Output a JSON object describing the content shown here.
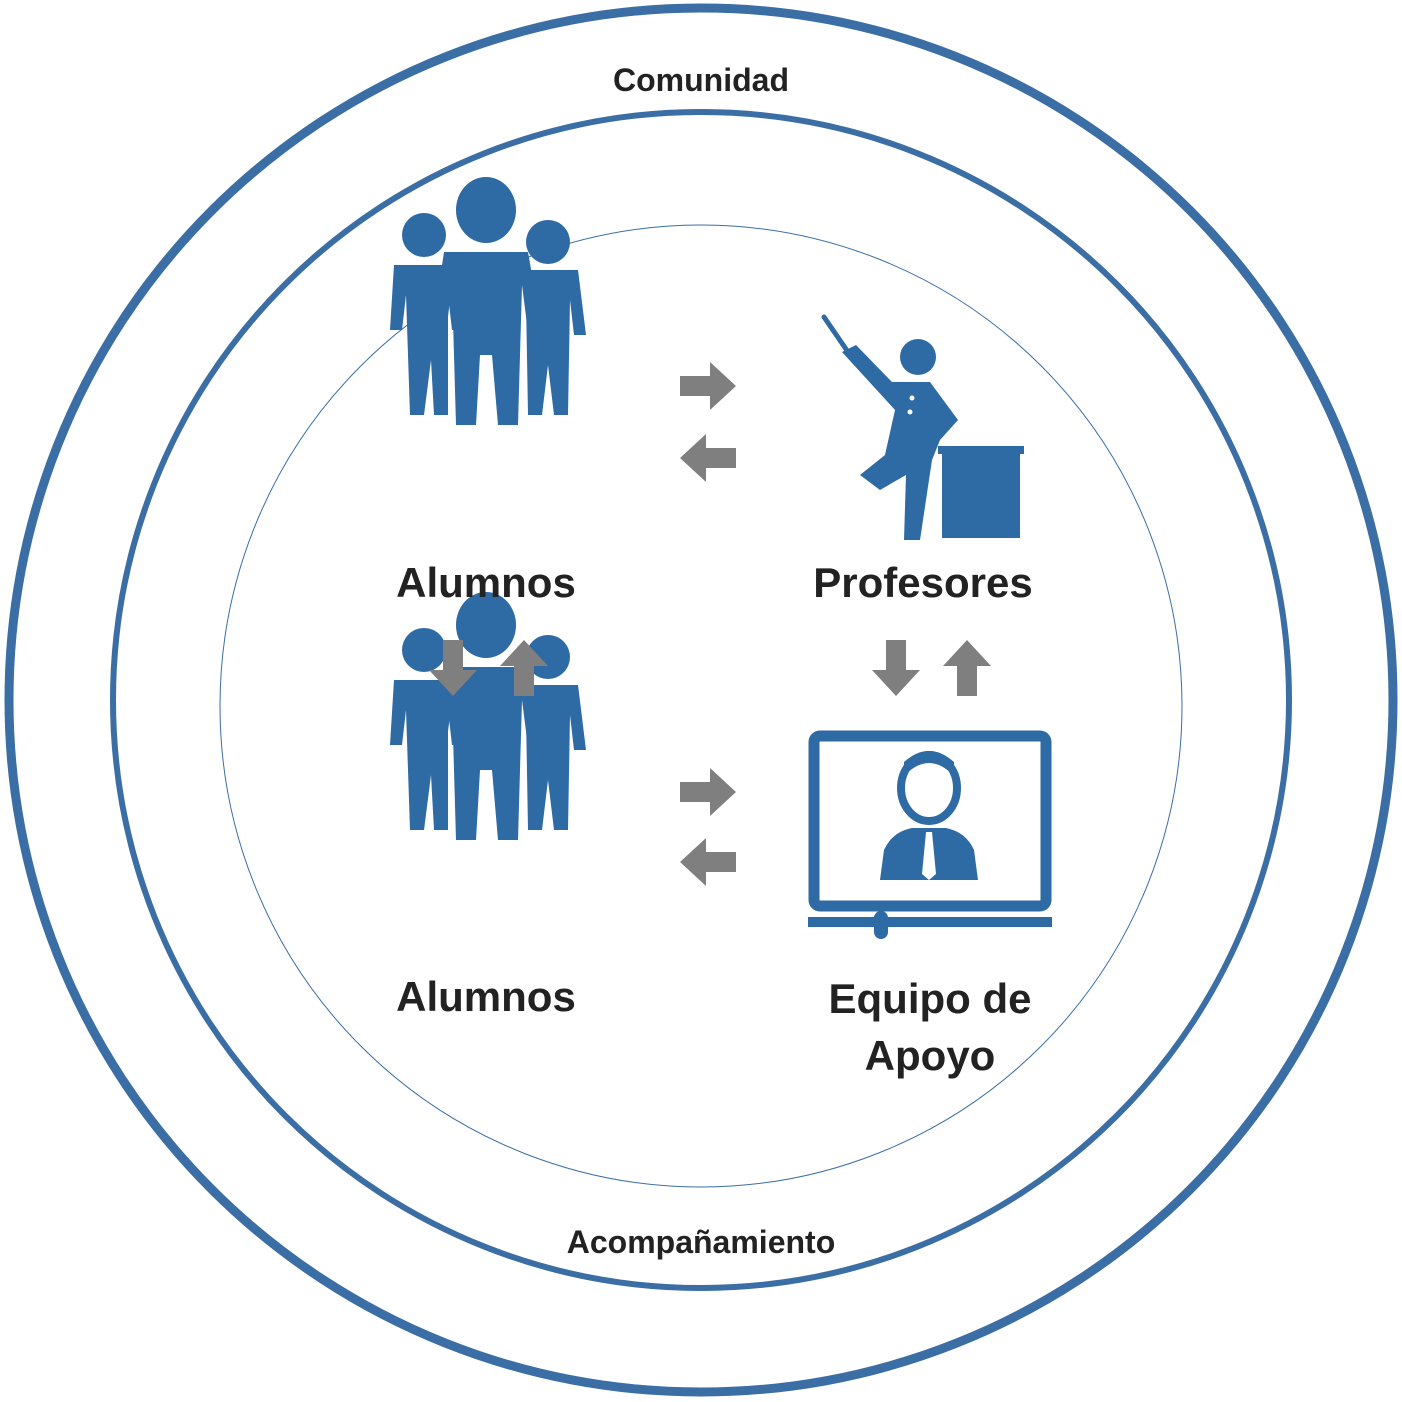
{
  "colors": {
    "accent": "#2e6aa3",
    "arrow": "#7f7f7f",
    "text": "#222222"
  },
  "rings": {
    "outer_label": "Comunidad",
    "middle_label": "Acompañamiento"
  },
  "nodes": {
    "students_top": {
      "label": "Alumnos",
      "icon": "group-of-people-icon"
    },
    "teachers": {
      "label": "Profesores",
      "icon": "teacher-at-desk-icon"
    },
    "students_bottom": {
      "label": "Alumnos",
      "icon": "group-of-people-icon"
    },
    "support_team": {
      "label_line1": "Equipo de",
      "label_line2": "Apoyo",
      "icon": "monitor-person-icon"
    }
  },
  "arrows": [
    {
      "between": [
        "Alumnos",
        "Profesores"
      ],
      "kind": "horizontal-exchange"
    },
    {
      "between": [
        "Alumnos",
        "Alumnos"
      ],
      "kind": "vertical-exchange"
    },
    {
      "between": [
        "Profesores",
        "Equipo de Apoyo"
      ],
      "kind": "vertical-exchange"
    },
    {
      "between": [
        "Alumnos",
        "Equipo de Apoyo"
      ],
      "kind": "horizontal-exchange"
    }
  ]
}
